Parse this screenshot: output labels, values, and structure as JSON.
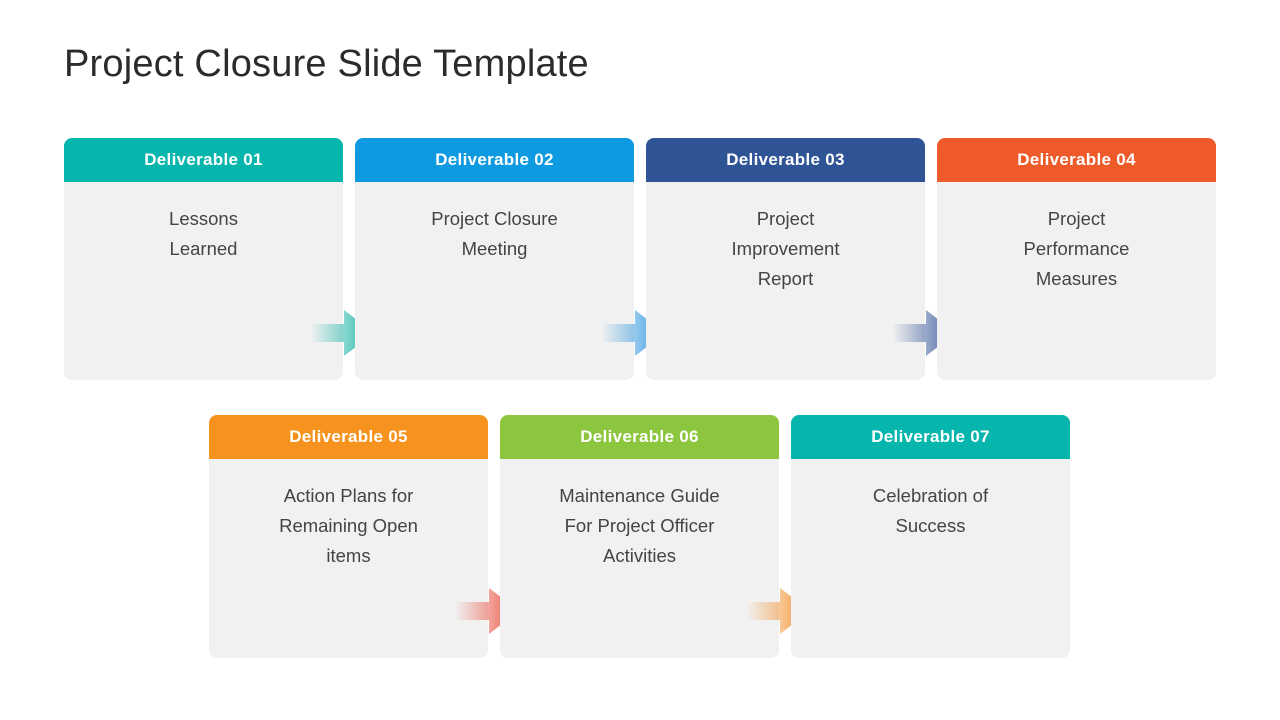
{
  "slide": {
    "title": "Project Closure Slide Template",
    "background_color": "#ffffff",
    "body_bg_color": "#f1f1f1",
    "body_text_color": "#444444",
    "header_text_color": "#ffffff"
  },
  "rows": [
    {
      "name": "row-1",
      "cards": [
        {
          "header": "Deliverable  01",
          "body": "Lessons\nLearned",
          "color": "#06b6ac",
          "arrow_color": "#18b3a6",
          "has_arrow": true
        },
        {
          "header": "Deliverable  02",
          "body": "Project Closure\nMeeting",
          "color": "#0e9ae0",
          "arrow_color": "#2f96dd",
          "has_arrow": true
        },
        {
          "header": "Deliverable  03",
          "body": "Project\nImprovement\nReport",
          "color": "#2f5496",
          "arrow_color": "#3b5a9c",
          "has_arrow": true
        },
        {
          "header": "Deliverable  04",
          "body": "Project\nPerformance\nMeasures",
          "color": "#ef5a2a",
          "arrow_color": "#ef5a2a",
          "has_arrow": false
        }
      ]
    },
    {
      "name": "row-2",
      "cards": [
        {
          "header": "Deliverable  05",
          "body": "Action Plans for\nRemaining Open\nitems",
          "color": "#f6931e",
          "arrow_color": "#e8503f",
          "has_arrow": true
        },
        {
          "header": "Deliverable  06",
          "body": "Maintenance Guide\nFor Project Officer\nActivities",
          "color": "#8cc63e",
          "arrow_color": "#f2922f",
          "has_arrow": true
        },
        {
          "header": "Deliverable  07",
          "body": "Celebration of\nSuccess",
          "color": "#06b6ac",
          "arrow_color": "#06b6ac",
          "has_arrow": false
        }
      ]
    }
  ]
}
